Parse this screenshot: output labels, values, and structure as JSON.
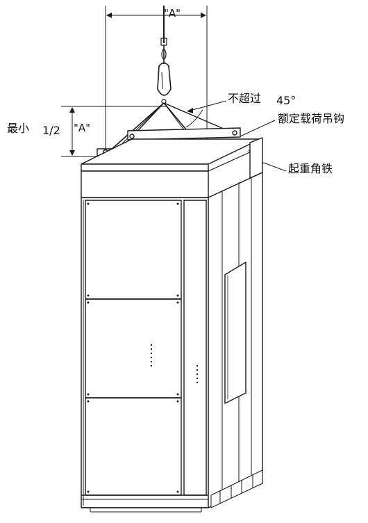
{
  "figure": {
    "dimension_a_top": "\"A\"",
    "dimension_a_side": "\"A\"",
    "min_label": "最小",
    "half_label": "1/2",
    "not_exceed_label": "不超过",
    "angle_value": "45°",
    "hook_label": "额定载荷吊钩",
    "lifting_angle_label": "起重角铁"
  },
  "colors": {
    "line": "#1a1a1a",
    "fill": "#ffffff"
  }
}
